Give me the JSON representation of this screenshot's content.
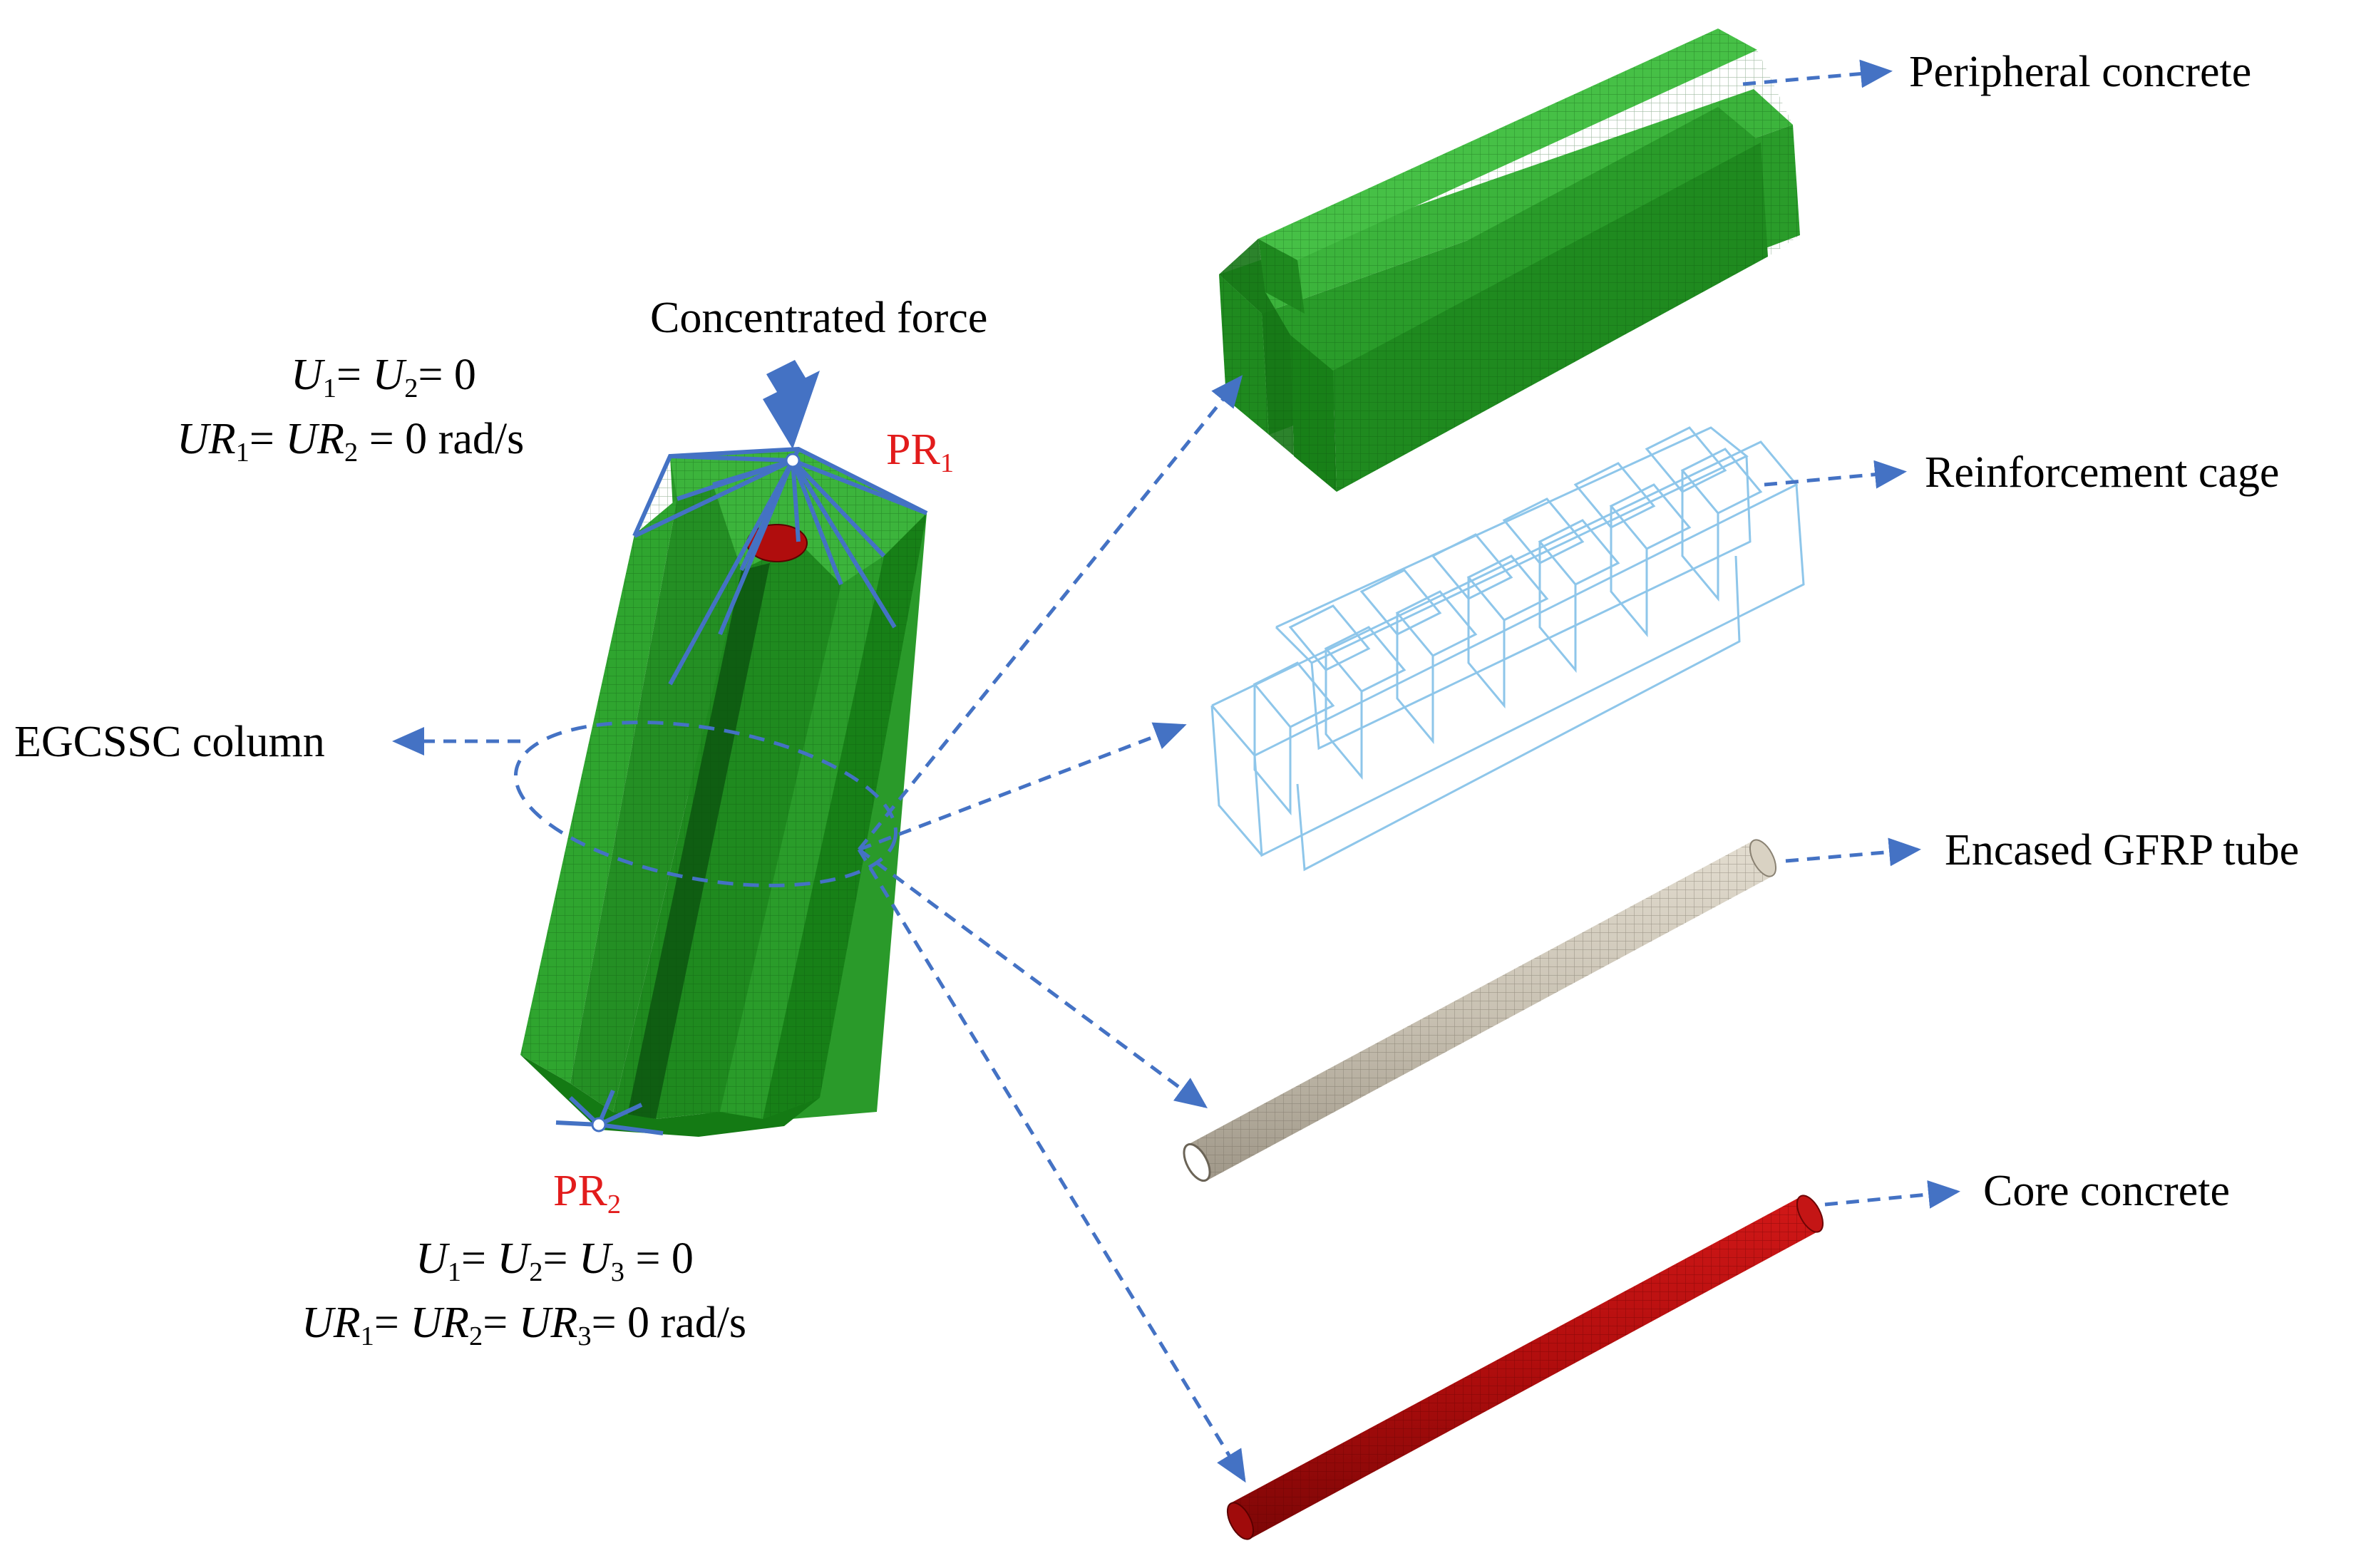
{
  "labels": {
    "concentrated_force": "Concentrated force",
    "egcssc_column": "EGCSSC column",
    "peripheral_concrete": "Peripheral  concrete",
    "reinforcement_cage": "Reinforcement cage",
    "encased_gfrp_tube": "Encased GFRP tube",
    "core_concrete": "Core  concrete"
  },
  "reference_points": {
    "pr1": {
      "main": "PR",
      "sub": "1"
    },
    "pr2": {
      "main": "PR",
      "sub": "2"
    }
  },
  "boundary_conditions": {
    "top": {
      "line1": {
        "U": "U",
        "s1": "1",
        "eq1": "= ",
        "s2": "2",
        "eq2": "= 0"
      },
      "line2": {
        "UR": "UR",
        "s1": "1",
        "eq1": "= ",
        "s2": "2",
        "eq2": " = 0 rad/s"
      }
    },
    "bottom": {
      "line1": {
        "U": "U",
        "s1": "1",
        "eq1": "= ",
        "s2": "2",
        "eq2": "= ",
        "s3": "3",
        "eq3": " = 0"
      },
      "line2": {
        "UR": "UR",
        "s1": "1",
        "eq1": "= ",
        "s2": "2",
        "eq2": "= ",
        "s3": "3",
        "eq3": "= 0 rad/s"
      }
    }
  },
  "colors": {
    "concrete_green": "#1f8a1f",
    "concrete_green_dark": "#0f5e12",
    "concrete_green_light": "#2fa52f",
    "core_red": "#b00d0d",
    "gfrp_tube": "#c9c2b3",
    "rebar_cage": "#8ec6ea",
    "arrow_blue": "#4472c4",
    "pr_label_red": "#e21c1c"
  }
}
